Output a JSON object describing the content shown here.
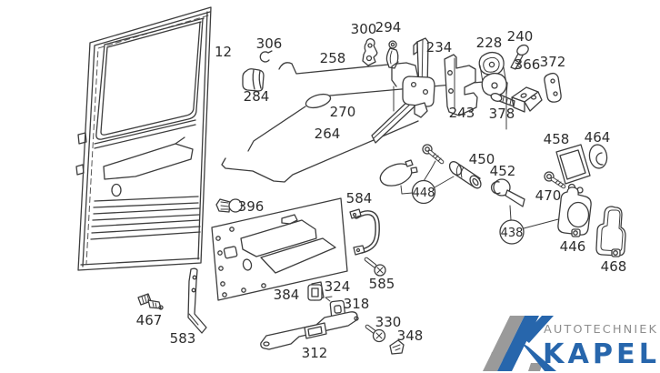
{
  "figure": {
    "kind": "exploded-parts-diagram",
    "line_color": "#3d3d3d",
    "background": "#ffffff"
  },
  "parts": {
    "p12": {
      "label": "12"
    },
    "p306": {
      "label": "306"
    },
    "p284": {
      "label": "284"
    },
    "p258": {
      "label": "258"
    },
    "p300": {
      "label": "300"
    },
    "p294": {
      "label": "294"
    },
    "p234": {
      "label": "234"
    },
    "p228": {
      "label": "228"
    },
    "p240": {
      "label": "240"
    },
    "p366": {
      "label": "366"
    },
    "p372": {
      "label": "372"
    },
    "p243": {
      "label": "243"
    },
    "p378": {
      "label": "378"
    },
    "p270": {
      "label": "270"
    },
    "p264": {
      "label": "264"
    },
    "p396": {
      "label": "396"
    },
    "p448": {
      "label": "448",
      "circled": true
    },
    "p450": {
      "label": "450"
    },
    "p452": {
      "label": "452"
    },
    "p458": {
      "label": "458"
    },
    "p464": {
      "label": "464"
    },
    "p470": {
      "label": "470"
    },
    "p438": {
      "label": "438",
      "circled": true
    },
    "p446": {
      "label": "446"
    },
    "p468": {
      "label": "468"
    },
    "p584": {
      "label": "584"
    },
    "p585": {
      "label": "585"
    },
    "p384": {
      "label": "384"
    },
    "p324": {
      "label": "324"
    },
    "p318": {
      "label": "318"
    },
    "p312": {
      "label": "312"
    },
    "p330": {
      "label": "330"
    },
    "p348": {
      "label": "348"
    },
    "p467": {
      "label": "467"
    },
    "p583": {
      "label": "583"
    }
  },
  "logo": {
    "brand_top": "AUTOTECHNIEK",
    "brand_bottom": "KAPEL",
    "blue": "#2766ac",
    "gray": "#8e8e8e"
  }
}
